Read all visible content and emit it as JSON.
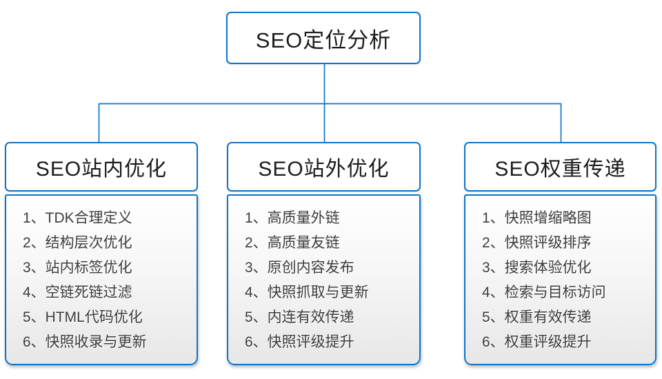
{
  "root": {
    "title": "SEO定位分析"
  },
  "branches": [
    {
      "header": "SEO站内优化",
      "items": [
        "1、TDK合理定义",
        "2、结构层次优化",
        "3、站内标签优化",
        "4、空链死链过滤",
        "5、HTML代码优化",
        "6、快照收录与更新"
      ]
    },
    {
      "header": "SEO站外优化",
      "items": [
        "1、高质量外链",
        "2、高质量友链",
        "3、原创内容发布",
        "4、快照抓取与更新",
        "5、内连有效传递",
        "6、快照评级提升"
      ]
    },
    {
      "header": "SEO权重传递",
      "items": [
        "1、快照增缩略图",
        "2、快照评级排序",
        "3、搜索体验优化",
        "4、检索与目标访问",
        "5、权重有效传递",
        "6、权重评级提升"
      ]
    }
  ],
  "colors": {
    "accent_blue": "#0c74c7",
    "list_text": "#3c3c3c",
    "header_text": "#1b1b1b",
    "list_gradient_top": "#ffffff",
    "list_gradient_bottom": "#e7e7e7"
  }
}
